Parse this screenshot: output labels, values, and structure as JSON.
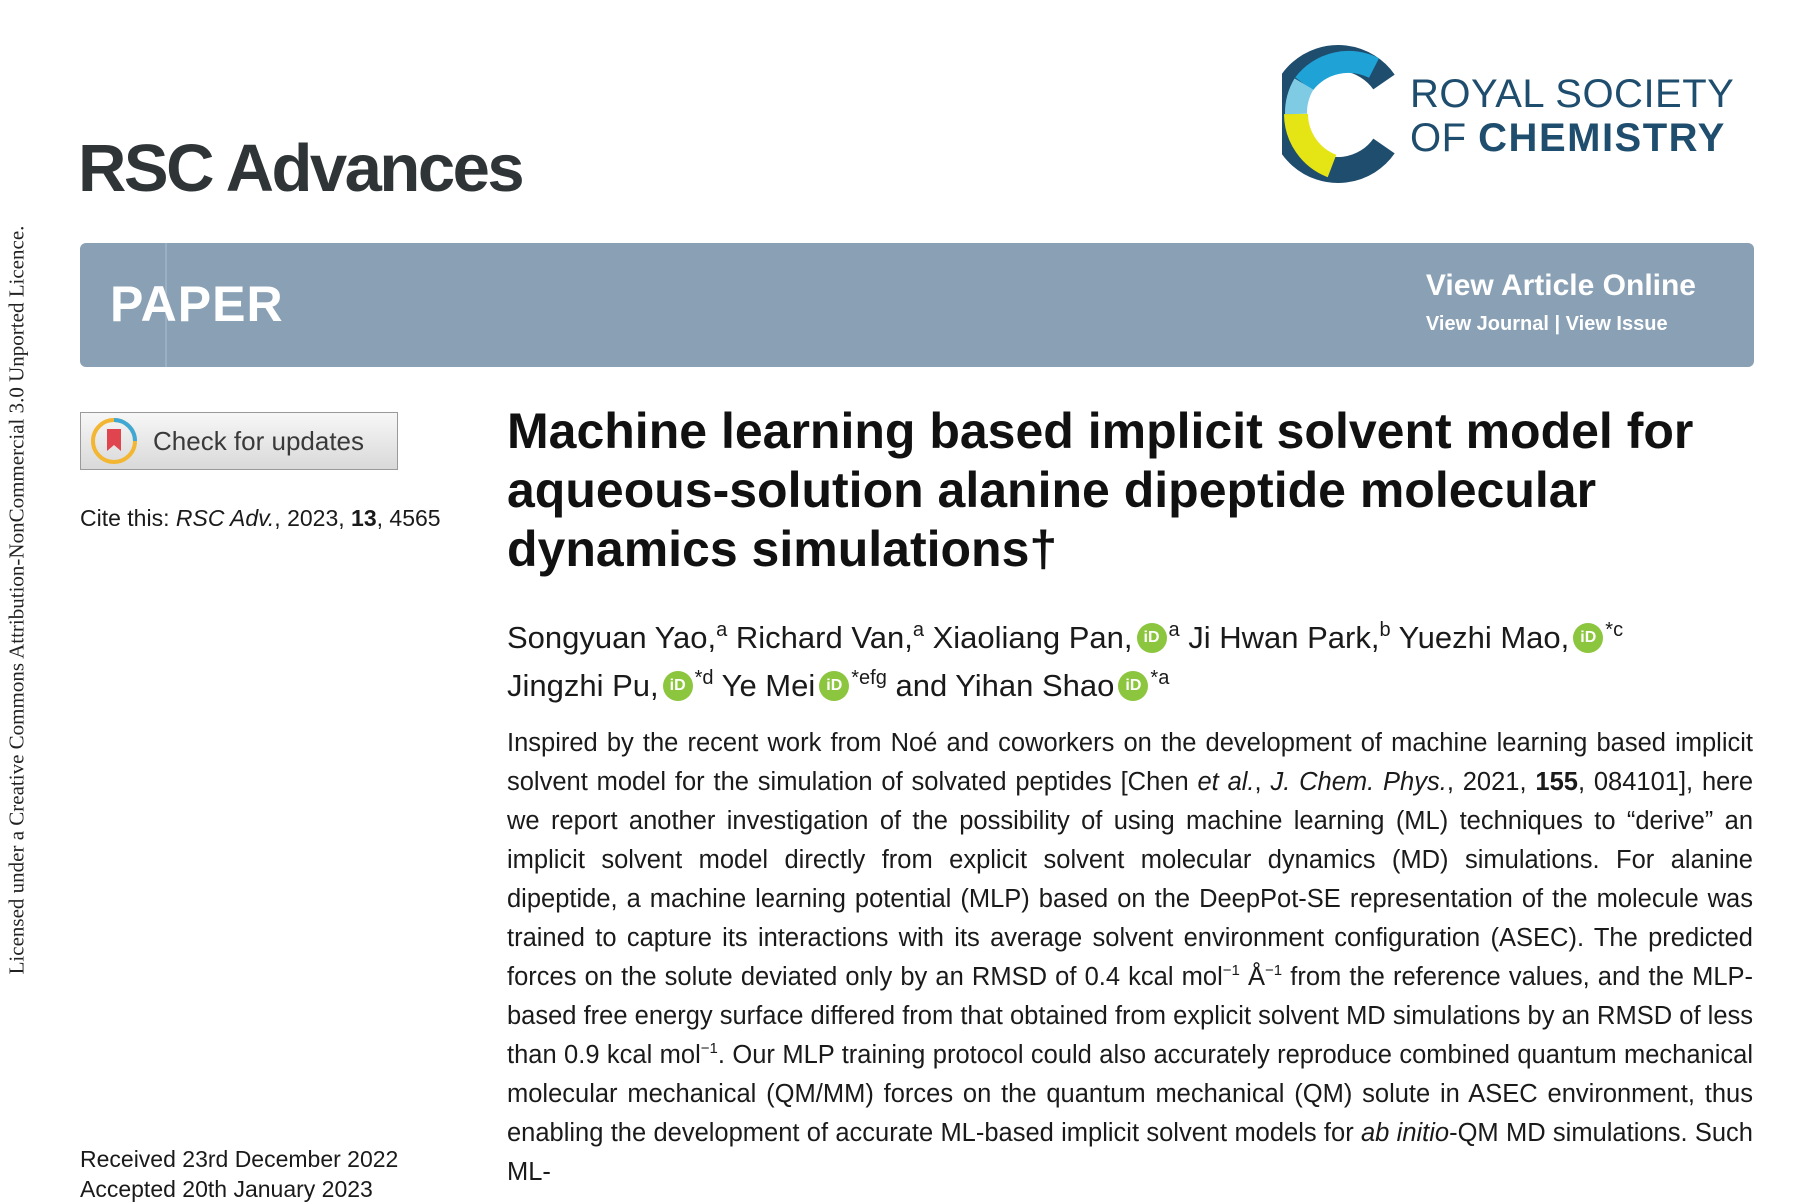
{
  "side_licence": "Licensed under a Creative Commons Attribution-NonCommercial 3.0 Unported Licence.",
  "journal": "RSC Advances",
  "publisher": {
    "line1": "ROYAL SOCIETY",
    "line2_of": "OF",
    "line2_bold": "CHEMISTRY"
  },
  "colors": {
    "banner": "#8aa0b5",
    "orcid": "#8cc63f",
    "rsc_dark": "#1f4d6e",
    "rsc_blue": "#1fa3d6",
    "rsc_yellow": "#e5e516"
  },
  "banner": {
    "label": "PAPER",
    "view_article": "View Article Online",
    "view_journal": "View Journal",
    "separator": "|",
    "view_issue": "View Issue"
  },
  "check_updates": {
    "label": "Check for updates",
    "icon": "crossmark-icon"
  },
  "cite": {
    "prefix": "Cite this:",
    "journal": "RSC Adv.",
    "year": "2023",
    "volume": "13",
    "page": "4565"
  },
  "dates": {
    "received": "Received 23rd December 2022",
    "accepted": "Accepted 20th January 2023"
  },
  "title": "Machine learning based implicit solvent model for aqueous-solution alanine dipeptide molecular dynamics simulations†",
  "authors": [
    {
      "name": "Songyuan Yao,",
      "sup": "a",
      "orcid": false
    },
    {
      "name": "Richard Van,",
      "sup": "a",
      "orcid": false
    },
    {
      "name": "Xiaoliang Pan,",
      "sup": "a",
      "orcid": true
    },
    {
      "name": "Ji Hwan Park,",
      "sup": "b",
      "orcid": false
    },
    {
      "name": "Yuezhi Mao,",
      "sup": "*c",
      "orcid": true
    },
    {
      "name": "Jingzhi Pu,",
      "sup": "*d",
      "orcid": true
    },
    {
      "name": "Ye Mei",
      "sup": "*efg",
      "orcid": true
    },
    {
      "name": "and Yihan Shao",
      "sup": "*a",
      "orcid": true
    }
  ],
  "orcid_label": "iD",
  "abstract": {
    "p1": "Inspired by the recent work from Noé and coworkers on the development of machine learning based implicit solvent model for the simulation of solvated peptides [Chen ",
    "etal": "et al.",
    "sep1": ", ",
    "ref_journal": "J. Chem. Phys.",
    "p2": ", 2021, ",
    "ref_volume": "155",
    "p3": ", 084101], here we report another investigation of the possibility of using machine learning (ML) techniques to “derive” an implicit solvent model directly from explicit solvent molecular dynamics (MD) simulations. For alanine dipeptide, a machine learning potential (MLP) based on the DeepPot-SE representation of the molecule was trained to capture its interactions with its average solvent environment configuration (ASEC). The predicted forces on the solute deviated only by an RMSD of 0.4 kcal mol",
    "exp1": "−1",
    "p4": " Å",
    "exp2": "−1",
    "p5": " from the reference values, and the MLP-based free energy surface differed from that obtained from explicit solvent MD simulations by an RMSD of less than 0.9 kcal mol",
    "exp3": "−1",
    "p6": ". Our MLP training protocol could also accurately reproduce combined quantum mechanical molecular mechanical (QM/MM) forces on the quantum mechanical (QM) solute in ASEC environment, thus enabling the development of accurate ML-based implicit solvent models for ",
    "abinitio": "ab initio",
    "p7": "-QM MD simulations. Such ML-"
  }
}
